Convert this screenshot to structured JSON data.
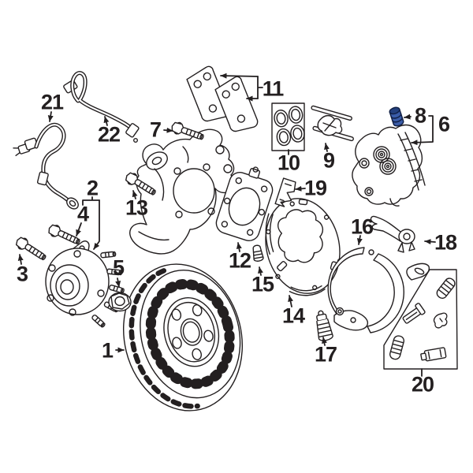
{
  "colors": {
    "background": "#ffffff",
    "ink": "#231f20",
    "part8_cap_fill": "#3a5ca8",
    "part8_cap_top": "#24407e",
    "part8_cap_outline": "#101f45"
  },
  "callouts": {
    "c1": {
      "label": "1"
    },
    "c2": {
      "label": "2"
    },
    "c3": {
      "label": "3"
    },
    "c4": {
      "label": "4"
    },
    "c5": {
      "label": "5"
    },
    "c6": {
      "label": "6"
    },
    "c7": {
      "label": "7"
    },
    "c8": {
      "label": "8"
    },
    "c9": {
      "label": "9"
    },
    "c10": {
      "label": "10"
    },
    "c11": {
      "label": "11"
    },
    "c12": {
      "label": "12"
    },
    "c13": {
      "label": "13"
    },
    "c14": {
      "label": "14"
    },
    "c15": {
      "label": "15"
    },
    "c16": {
      "label": "16"
    },
    "c17": {
      "label": "17"
    },
    "c18": {
      "label": "18"
    },
    "c19": {
      "label": "19"
    },
    "c20": {
      "label": "20"
    },
    "c21": {
      "label": "21"
    },
    "c22": {
      "label": "22"
    }
  }
}
